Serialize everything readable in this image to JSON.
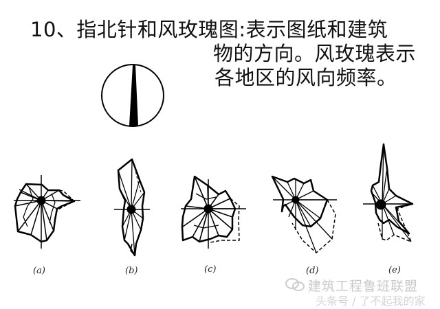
{
  "title": {
    "line1": "10、指北针和风玫瑰图:表示图纸和建筑",
    "line2": "物的方向。风玫瑰表示",
    "line3": "各地区的风向频率。"
  },
  "north_arrow": {
    "shape": "circle-with-tapered-needle",
    "color": "#000000"
  },
  "wind_roses": [
    {
      "id": "a",
      "caption": "(a)"
    },
    {
      "id": "b",
      "caption": "(b)"
    },
    {
      "id": "c",
      "caption": "(c)"
    },
    {
      "id": "d",
      "caption": "(d)"
    },
    {
      "id": "e",
      "caption": "(e)"
    }
  ],
  "watermark": {
    "icon": "wechat-icon",
    "line1": "建筑工程鲁班联盟",
    "line2": "头条号 / 了不起我的家"
  },
  "colors": {
    "ink": "#000000",
    "background": "#ffffff",
    "watermark": "#c9c9c9"
  }
}
